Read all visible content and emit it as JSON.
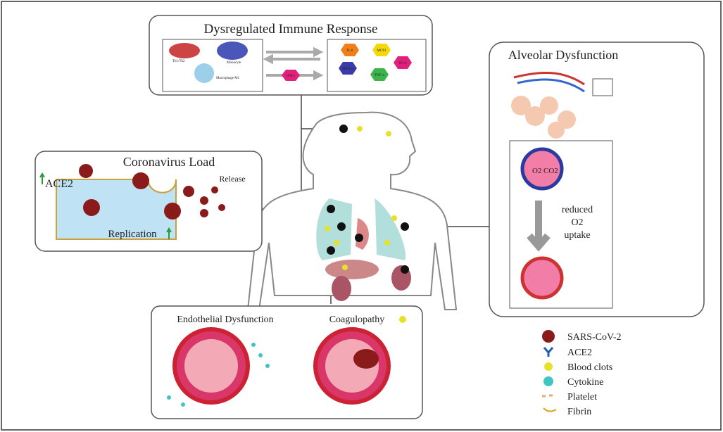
{
  "immune": {
    "title": "Dysregulated Immune Response",
    "cells": [
      "Th1/Th2",
      "Monocyte",
      "Macrophage M1"
    ],
    "mediator": "IFN-γ",
    "cytokines": [
      "IL-6",
      "MCP1",
      "IP-10",
      "MIP1-α",
      "TNF-α"
    ]
  },
  "virus": {
    "title": "Coronavirus Load",
    "ace2": "ACE2",
    "release": "Release",
    "replication": "Replication"
  },
  "alveolar": {
    "title": "Alveolar Dysfunction",
    "o2": "O2",
    "co2": "CO2",
    "reduced_line1": "reduced",
    "reduced_line2": "O2",
    "reduced_line3": "uptake"
  },
  "endo": {
    "title": "Endothelial Dysfunction"
  },
  "coag": {
    "title": "Coagulopathy"
  },
  "legend": [
    {
      "label": "SARS-CoV-2",
      "icon": "virus-icon"
    },
    {
      "label": "ACE2",
      "icon": "receptor-icon"
    },
    {
      "label": "Blood clots",
      "icon": "clot-icon"
    },
    {
      "label": "Cytokine",
      "icon": "cytokine-icon"
    },
    {
      "label": "Platelet",
      "icon": "platelet-icon"
    },
    {
      "label": "Fibrin",
      "icon": "fibrin-icon"
    }
  ],
  "colors": {
    "virus": "#8b1a1a",
    "ace2": "#1f5fb0",
    "clot": "#e6e22a",
    "cytokine": "#3fc6c0",
    "lung": "#9fd6d2",
    "arrow_up": "#2a9a3a"
  }
}
